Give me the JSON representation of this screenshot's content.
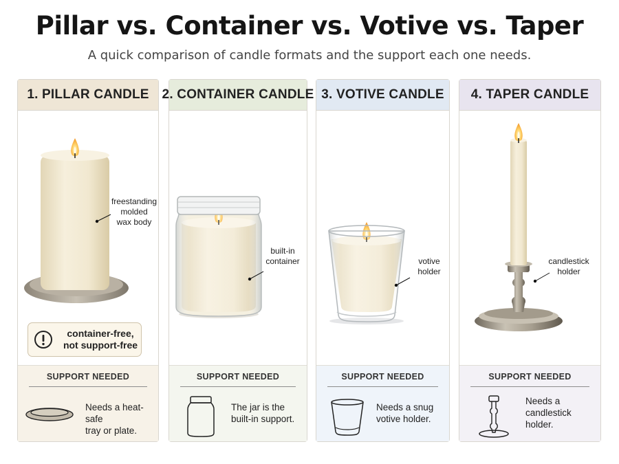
{
  "header": {
    "title": "Pillar vs. Container vs. Votive vs. Taper",
    "subtitle": "A quick comparison of candle formats and the support each one needs."
  },
  "colors": {
    "pillar_header": "#efe6d6",
    "container_header": "#e6ecdc",
    "votive_header": "#e1e9f3",
    "taper_header": "#e8e4ef",
    "wax": "#f2ebd6",
    "metal": "#9d9586"
  },
  "panels": [
    {
      "heading": "1. PILLAR CANDLE",
      "label": "freestanding\nmolded\nwax body",
      "warning": "container-free,\nnot support-free",
      "support_heading": "SUPPORT NEEDED",
      "support_text": "Needs a heat-safe\ntray or plate.",
      "support_icon": "tray-icon"
    },
    {
      "heading": "2. CONTAINER CANDLE",
      "label": "built-in\ncontainer",
      "support_heading": "SUPPORT NEEDED",
      "support_text": "The jar is the\nbuilt-in support.",
      "support_icon": "jar-icon"
    },
    {
      "heading": "3. VOTIVE CANDLE",
      "label": "votive\nholder",
      "support_heading": "SUPPORT NEEDED",
      "support_text": "Needs a snug\nvotive holder.",
      "support_icon": "votive-cup-icon"
    },
    {
      "heading": "4. TAPER CANDLE",
      "label": "candlestick\nholder",
      "support_heading": "SUPPORT NEEDED",
      "support_text": "Needs a\ncandlestick\nholder.",
      "support_icon": "candlestick-icon"
    }
  ]
}
